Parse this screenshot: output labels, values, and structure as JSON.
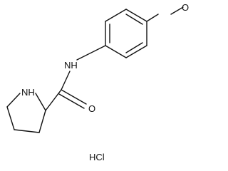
{
  "molecule": {
    "atoms": {
      "methoxy_o": "O",
      "amide_nh": "NH",
      "ring_nh": "NH",
      "carbonyl_o": "O",
      "salt": "HCl"
    }
  }
}
